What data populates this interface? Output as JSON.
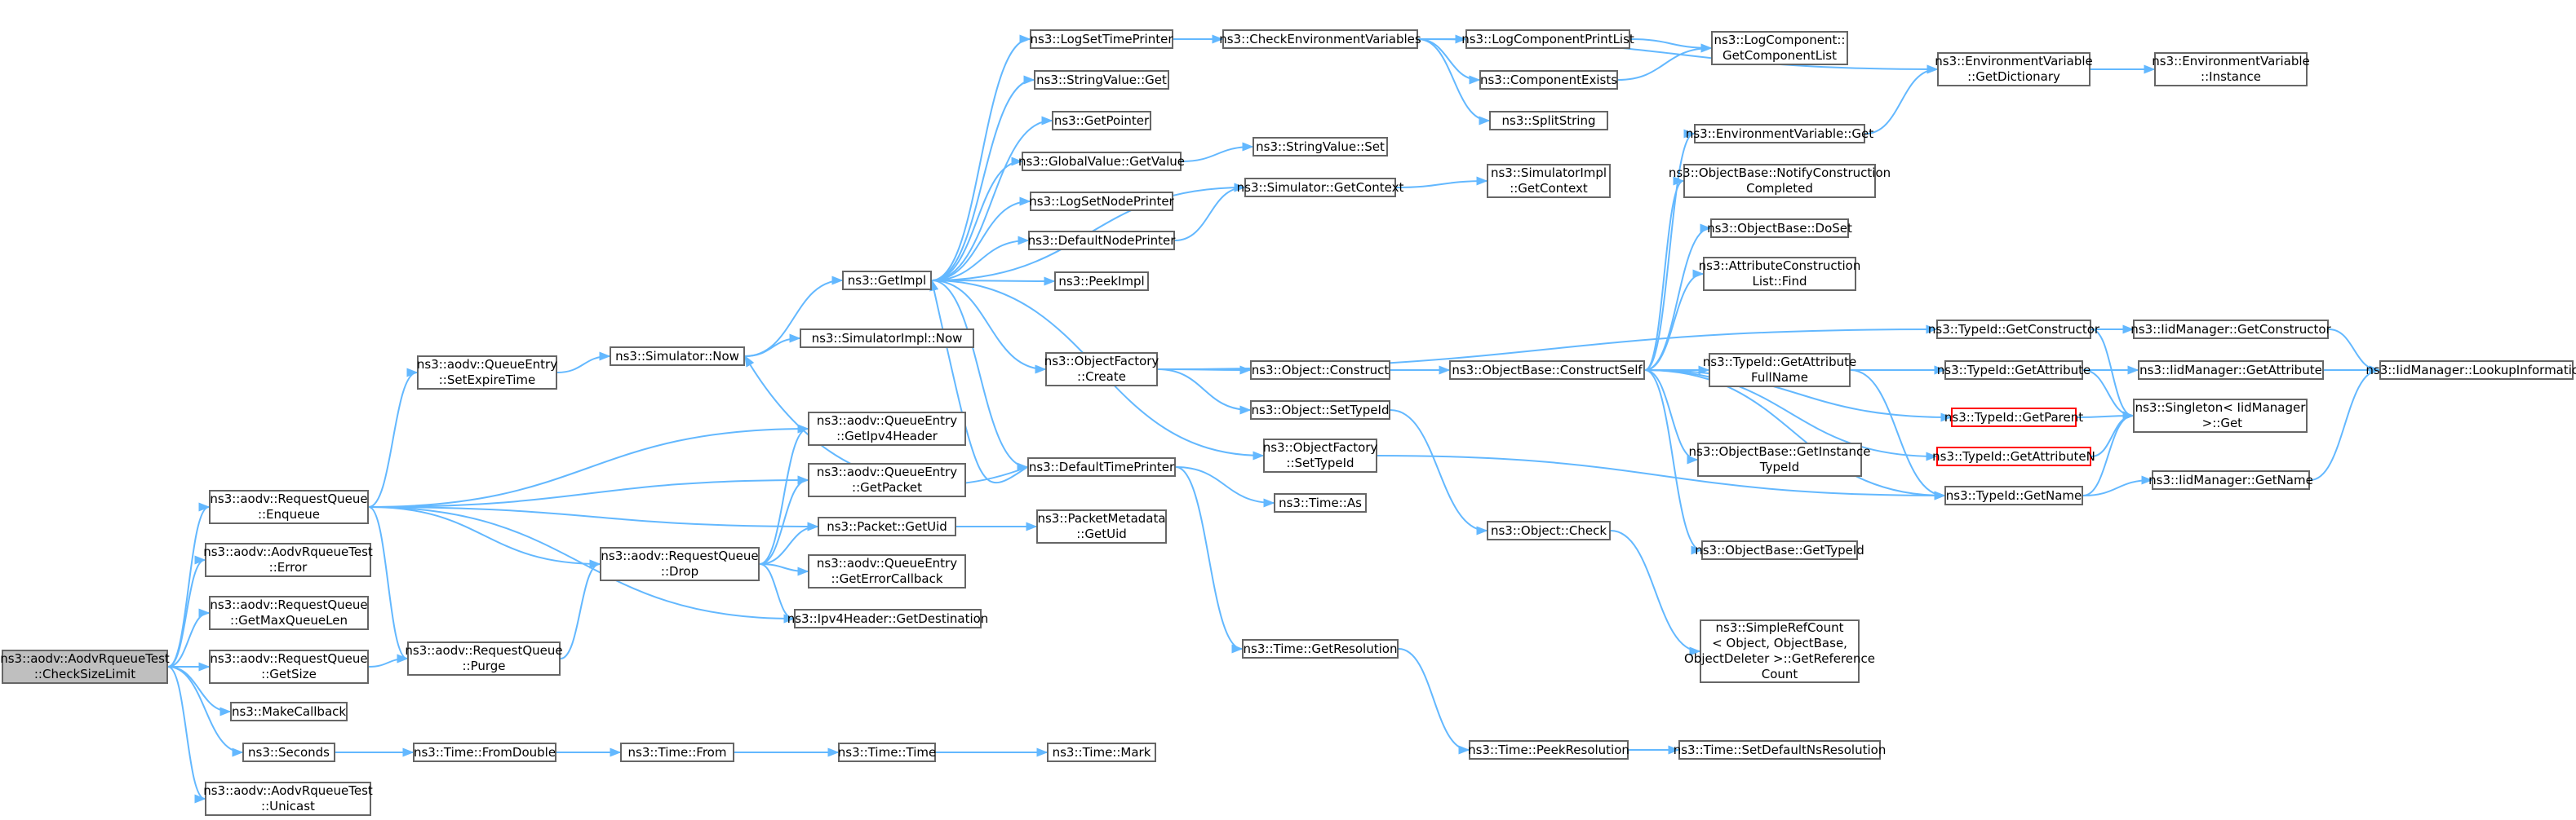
{
  "colors": {
    "edge": "#63b8ff",
    "border": "#666666",
    "root_fill": "#bfbfbf",
    "truncated_border": "#ff0000"
  },
  "nodes": {
    "root": "ns3::aodv::AodvRqueueTest\n::CheckSizeLimit",
    "enqueue": "ns3::aodv::RequestQueue\n::Enqueue",
    "error": "ns3::aodv::AodvRqueueTest\n::Error",
    "getMaxQueueLen": "ns3::aodv::RequestQueue\n::GetMaxQueueLen",
    "getSize": "ns3::aodv::RequestQueue\n::GetSize",
    "makeCallback": "ns3::MakeCallback",
    "seconds": "ns3::Seconds",
    "unicast": "ns3::aodv::AodvRqueueTest\n::Unicast",
    "setExpireTime": "ns3::aodv::QueueEntry\n::SetExpireTime",
    "purge": "ns3::aodv::RequestQueue\n::Purge",
    "simNow": "ns3::Simulator::Now",
    "drop": "ns3::aodv::RequestQueue\n::Drop",
    "fromDouble": "ns3::Time::FromDouble",
    "getImpl": "ns3::GetImpl",
    "simImplNow": "ns3::SimulatorImpl::Now",
    "getIpv4Header": "ns3::aodv::QueueEntry\n::GetIpv4Header",
    "getPacket": "ns3::aodv::QueueEntry\n::GetPacket",
    "packetGetUid": "ns3::Packet::GetUid",
    "getErrorCallback": "ns3::aodv::QueueEntry\n::GetErrorCallback",
    "ipv4GetDest": "ns3::Ipv4Header::GetDestination",
    "timeFrom": "ns3::Time::From",
    "logSetTimePrinter": "ns3::LogSetTimePrinter",
    "stringValueGet": "ns3::StringValue::Get",
    "getPointer": "ns3::GetPointer",
    "globalValueGetValue": "ns3::GlobalValue::GetValue",
    "logSetNodePrinter": "ns3::LogSetNodePrinter",
    "defaultNodePrinter": "ns3::DefaultNodePrinter",
    "peekImpl": "ns3::PeekImpl",
    "objectFactoryCreate": "ns3::ObjectFactory\n::Create",
    "defaultTimePrinter": "ns3::DefaultTimePrinter",
    "packetMetadataGetUid": "ns3::PacketMetadata\n::GetUid",
    "timeTime": "ns3::Time::Time",
    "timeMark": "ns3::Time::Mark",
    "checkEnvVars": "ns3::CheckEnvironmentVariables",
    "stringValueSet": "ns3::StringValue::Set",
    "simGetContext": "ns3::Simulator::GetContext",
    "objectConstruct": "ns3::Object::Construct",
    "objectSetTypeId": "ns3::Object::SetTypeId",
    "objectFactorySetTypeId": "ns3::ObjectFactory\n::SetTypeId",
    "timeAs": "ns3::Time::As",
    "timeGetResolution": "ns3::Time::GetResolution",
    "logComponentPrintList": "ns3::LogComponentPrintList",
    "componentExists": "ns3::ComponentExists",
    "splitString": "ns3::SplitString",
    "simImplGetContext": "ns3::SimulatorImpl\n::GetContext",
    "objectBaseConstructSelf": "ns3::ObjectBase::ConstructSelf",
    "objectCheck": "ns3::Object::Check",
    "timePeekResolution": "ns3::Time::PeekResolution",
    "logComponentGetList": "ns3::LogComponent::\nGetComponentList",
    "envVarGet": "ns3::EnvironmentVariable::Get",
    "notifyConstructionCompleted": "ns3::ObjectBase::NotifyConstruction\nCompleted",
    "objectBaseDoSet": "ns3::ObjectBase::DoSet",
    "attrConstructionListFind": "ns3::AttributeConstruction\nList::Find",
    "typeIdGetAttributeFullName": "ns3::TypeId::GetAttribute\nFullName",
    "getInstanceTypeId": "ns3::ObjectBase::GetInstance\nTypeId",
    "objectBaseGetTypeId": "ns3::ObjectBase::GetTypeId",
    "simpleRefCount": "ns3::SimpleRefCount\n< Object, ObjectBase,\nObjectDeleter >::GetReference\nCount",
    "setDefaultNsResolution": "ns3::Time::SetDefaultNsResolution",
    "envVarGetDictionary": "ns3::EnvironmentVariable\n::GetDictionary",
    "typeIdGetConstructor": "ns3::TypeId::GetConstructor",
    "typeIdGetAttribute": "ns3::TypeId::GetAttribute",
    "typeIdGetParent": "ns3::TypeId::GetParent",
    "typeIdGetAttributeN": "ns3::TypeId::GetAttributeN",
    "typeIdGetName": "ns3::TypeId::GetName",
    "envVarInstance": "ns3::EnvironmentVariable\n::Instance",
    "iidGetConstructor": "ns3::IidManager::GetConstructor",
    "iidGetAttribute": "ns3::IidManager::GetAttribute",
    "singletonGet": "ns3::Singleton< IidManager\n >::Get",
    "iidGetName": "ns3::IidManager::GetName",
    "iidLookupInformation": "ns3::IidManager::LookupInformation"
  }
}
